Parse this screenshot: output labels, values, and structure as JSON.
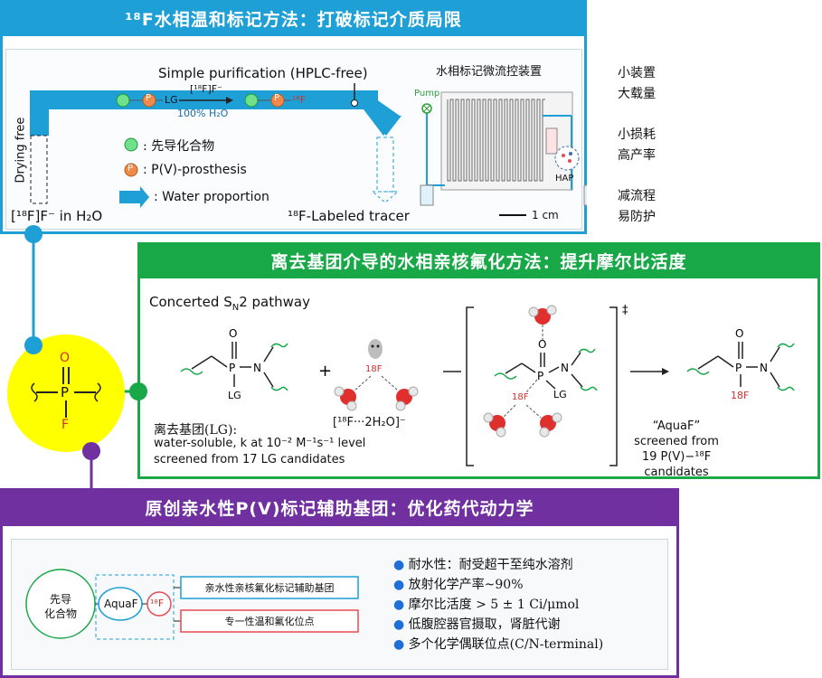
{
  "panel1": {
    "title": "¹⁸F水相温和标记方法：打破标记介质局限",
    "drying_free": "Drying free",
    "simple_purification": "Simple purification (HPLC-free)",
    "reagent": "[¹⁸F]F⁻",
    "conditions": "100% H₂O",
    "lg": "LG",
    "p_symbol": "P",
    "f18_symbol": "¹⁸F",
    "legend_precursor": ": 先导化合物",
    "legend_prosthesis": ": P(V)-prosthesis",
    "legend_water": ": Water proportion",
    "source_label": "[¹⁸F]F⁻ in H₂O",
    "tracer_label": "¹⁸F-Labeled tracer",
    "device_title": "水相标记微流控装置",
    "pump": "Pump",
    "hap": "HAP",
    "scale": "1 cm",
    "features": [
      "小装置",
      "大载量",
      "小损耗",
      "高产率",
      "减流程",
      "易防护"
    ]
  },
  "panel2": {
    "title": "离去基团介导的水相亲核氟化方法：提升摩尔比活度",
    "pathway": "Concerted SN2 pathway",
    "plus": "+",
    "lg_title": "离去基团(LG):",
    "lg_line1": "water-soluble, k at 10⁻² M⁻¹s⁻¹ level",
    "lg_line2": "screened from 17 LG candidates",
    "complex": "[¹⁸F···2H₂O]⁻",
    "ts_mark": "‡",
    "aquaf": "“AquaF”",
    "aquaf_line1": "screened from",
    "aquaf_line2": "19 P(V)−¹⁸F candidates",
    "atoms": {
      "P": "P",
      "O": "O",
      "N": "N",
      "LG": "LG",
      "F18": "¹⁸F"
    }
  },
  "panel3": {
    "title": "原创亲水性P(V)标记辅助基团：优化药代动力学",
    "precursor_l1": "先导",
    "precursor_l2": "化合物",
    "aquaf": "AquaF",
    "f18": "¹⁸F",
    "box1": "亲水性亲核氟化标记辅助基团",
    "box2": "专一性温和氟化位点",
    "bullets": [
      "耐水性：耐受超干至纯水溶剂",
      "放射化学产率~90%",
      "摩尔比活度 > 5 ± 1 Ci/μmol",
      "低腹腔器官摄取，肾脏代谢",
      "多个化学偶联位点(C/N-terminal)"
    ]
  },
  "core": {
    "O": "O",
    "P": "P",
    "F": "F"
  },
  "colors": {
    "blue": "#1e9fd6",
    "green": "#18a848",
    "purple": "#7030a0",
    "yellow": "#ffff00",
    "pink": "#e94a53"
  }
}
